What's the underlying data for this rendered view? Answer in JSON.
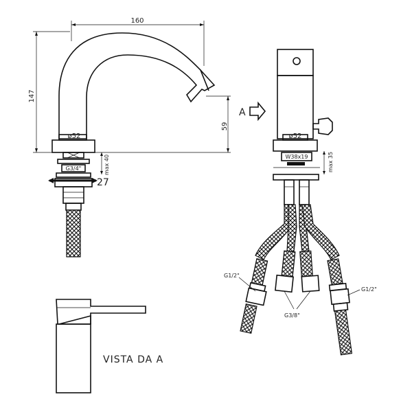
{
  "side_view": {
    "width_label": "160",
    "height_label": "147",
    "spout_height_label": "59",
    "base_diameter_label": "ø52",
    "max_thickness_label": "max 40",
    "thread_label": "G3/4\"",
    "wrench_label": "27"
  },
  "front_view": {
    "arrow_label": "A",
    "base_diameter_label": "ø52",
    "nut_label": "W38x19",
    "max_thickness_label": "max 35",
    "left_connection_label": "G1/2\"",
    "right_connection_label": "G1/2\"",
    "middle_connection_label": "G3/8\""
  },
  "detail_view": {
    "caption": "VISTA DA A"
  }
}
